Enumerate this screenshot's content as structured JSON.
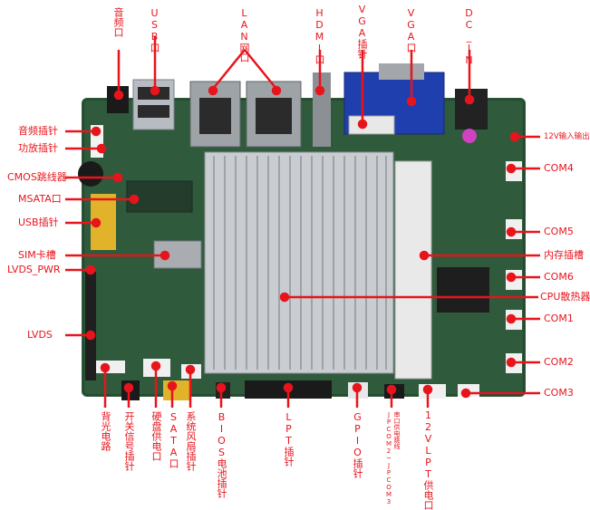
{
  "labels": {
    "top": [
      {
        "id": "audio_port",
        "text": "音频口"
      },
      {
        "id": "usb_port",
        "text": "USB口"
      },
      {
        "id": "lan_port",
        "text": "LAN网口"
      },
      {
        "id": "hdmi_port",
        "text": "HDMI口"
      },
      {
        "id": "vga_header",
        "text": "VGA插针"
      },
      {
        "id": "vga_port",
        "text": "VGA口"
      },
      {
        "id": "dc_in",
        "text": "DC_IN"
      }
    ],
    "left": [
      {
        "id": "audio_header",
        "text": "音频插针"
      },
      {
        "id": "amp_header",
        "text": "功放插针"
      },
      {
        "id": "cmos_jumper",
        "text": "CMOS跳线器"
      },
      {
        "id": "msata_port",
        "text": "MSATA口"
      },
      {
        "id": "usb_header",
        "text": "USB插针"
      },
      {
        "id": "sim_slot",
        "text": "SIM卡槽"
      },
      {
        "id": "lvds_pwr",
        "text": "LVDS_PWR"
      },
      {
        "id": "lvds",
        "text": "LVDS"
      }
    ],
    "right": [
      {
        "id": "io_12v",
        "text": "12V输入输出"
      },
      {
        "id": "com4",
        "text": "COM4"
      },
      {
        "id": "com5",
        "text": "COM5"
      },
      {
        "id": "mem_slot",
        "text": "内存插槽"
      },
      {
        "id": "com6",
        "text": "COM6"
      },
      {
        "id": "cpu_heatsink",
        "text": "CPU散热器"
      },
      {
        "id": "com1",
        "text": "COM1"
      },
      {
        "id": "com2",
        "text": "COM2"
      },
      {
        "id": "com3",
        "text": "COM3"
      }
    ],
    "bottom": [
      {
        "id": "backlight",
        "text": "背光电路"
      },
      {
        "id": "switch_header",
        "text": "开关信号插针"
      },
      {
        "id": "hdd_power",
        "text": "硬盘供电口"
      },
      {
        "id": "sata_port",
        "text": "SATA口"
      },
      {
        "id": "fan_header",
        "text": "系统风扇插针"
      },
      {
        "id": "bios_battery",
        "text": "BIOS电池插针"
      },
      {
        "id": "lpt_header",
        "text": "LPT插针"
      },
      {
        "id": "gpio_header",
        "text": "GPIO插针"
      },
      {
        "id": "com_jumper",
        "text": "JPCOM2~JPCOM3"
      },
      {
        "id": "com_jumper_sub",
        "text": "串口供电跳线"
      },
      {
        "id": "lpt_12v",
        "text": "12VLPT供电口"
      }
    ]
  },
  "colors": {
    "accent": "#e8141c",
    "pcb": "#2f5a3c",
    "heatsink": "#c9ccd0",
    "vga_blue": "#1f3fae"
  }
}
